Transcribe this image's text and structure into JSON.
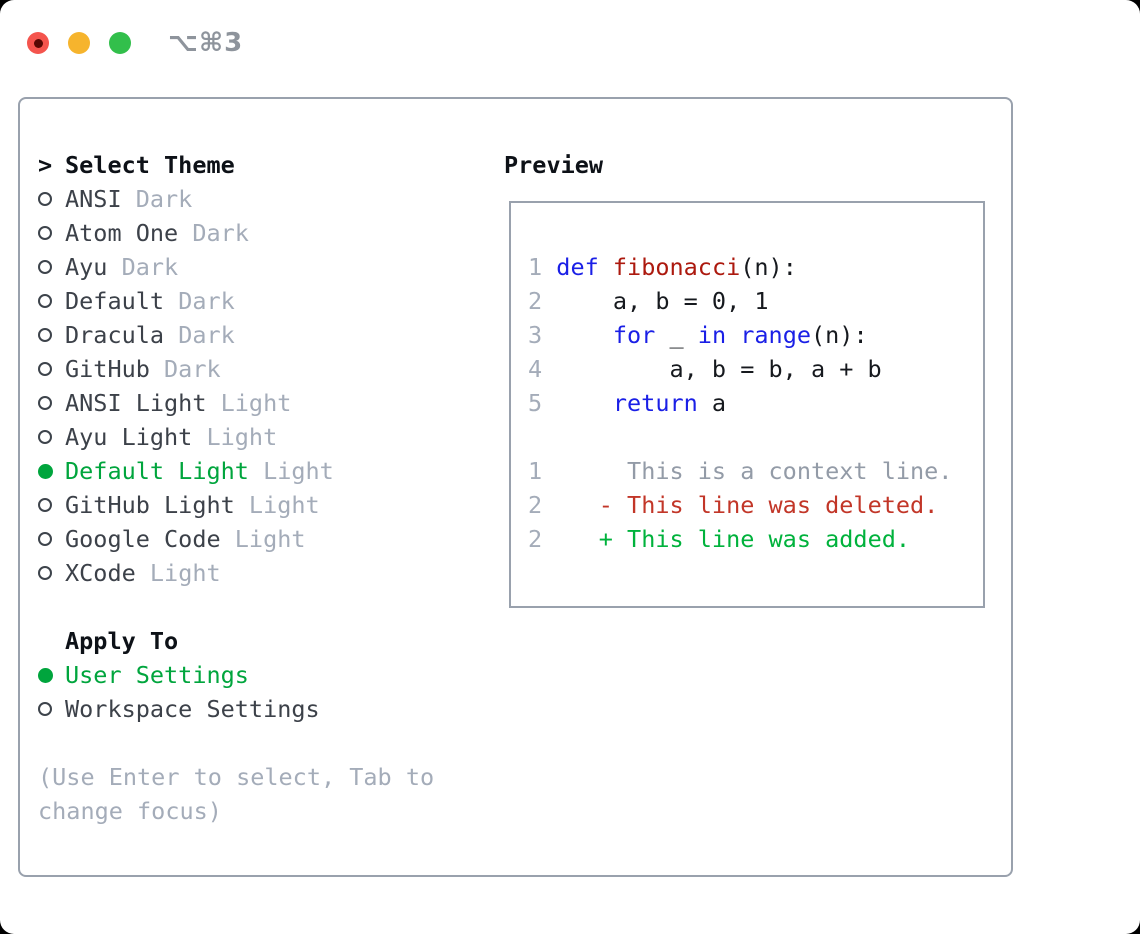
{
  "titlebar": {
    "title": "⌥⌘3",
    "edited_dot": true
  },
  "colors": {
    "accent_green": "#00a53d",
    "keyword_blue": "#1a1fe6",
    "function_red": "#ac190e",
    "diff_delete_red": "#c23628",
    "diff_add_green": "#00b23c",
    "muted_gray": "#a4acb9",
    "context_gray": "#939ba7",
    "text_dark": "#3c4149",
    "code_text": "#16191e",
    "heading_black": "#0d1117",
    "border_gray": "#99a1ad",
    "titlebar_red": "#f4544d",
    "titlebar_yellow": "#f6b42d",
    "titlebar_green": "#32bf4b"
  },
  "theme_selector": {
    "prompt": ">",
    "heading": "Select Theme",
    "items": [
      {
        "name": "ANSI",
        "tag": "Dark",
        "selected": false
      },
      {
        "name": "Atom One",
        "tag": "Dark",
        "selected": false
      },
      {
        "name": "Ayu",
        "tag": "Dark",
        "selected": false
      },
      {
        "name": "Default",
        "tag": "Dark",
        "selected": false
      },
      {
        "name": "Dracula",
        "tag": "Dark",
        "selected": false
      },
      {
        "name": "GitHub",
        "tag": "Dark",
        "selected": false
      },
      {
        "name": "ANSI Light",
        "tag": "Light",
        "selected": false
      },
      {
        "name": "Ayu Light",
        "tag": "Light",
        "selected": false
      },
      {
        "name": "Default Light",
        "tag": "Light",
        "selected": true
      },
      {
        "name": "GitHub Light",
        "tag": "Light",
        "selected": false
      },
      {
        "name": "Google Code",
        "tag": "Light",
        "selected": false
      },
      {
        "name": "XCode",
        "tag": "Light",
        "selected": false
      }
    ]
  },
  "apply_to": {
    "heading": "Apply To",
    "options": [
      {
        "label": "User Settings",
        "selected": true
      },
      {
        "label": "Workspace Settings",
        "selected": false
      }
    ]
  },
  "hint": "(Use Enter to select, Tab to change focus)",
  "preview": {
    "heading": "Preview",
    "lines": [
      [],
      [
        {
          "t": "1 ",
          "c": "num"
        },
        {
          "t": "def",
          "c": "kw"
        },
        {
          "t": " ",
          "c": "plain"
        },
        {
          "t": "fibonacci",
          "c": "fn"
        },
        {
          "t": "(n):",
          "c": "plain"
        }
      ],
      [
        {
          "t": "2 ",
          "c": "num"
        },
        {
          "t": "    a, b = 0, 1",
          "c": "plain"
        }
      ],
      [
        {
          "t": "3 ",
          "c": "num"
        },
        {
          "t": "    ",
          "c": "plain"
        },
        {
          "t": "for",
          "c": "kw"
        },
        {
          "t": " _ ",
          "c": "plain"
        },
        {
          "t": "in",
          "c": "kw"
        },
        {
          "t": " ",
          "c": "plain"
        },
        {
          "t": "range",
          "c": "kw"
        },
        {
          "t": "(n):",
          "c": "plain"
        }
      ],
      [
        {
          "t": "4 ",
          "c": "num"
        },
        {
          "t": "        a, b = b, a + b",
          "c": "plain"
        }
      ],
      [
        {
          "t": "5 ",
          "c": "num"
        },
        {
          "t": "    ",
          "c": "plain"
        },
        {
          "t": "return",
          "c": "kw"
        },
        {
          "t": " a",
          "c": "plain"
        }
      ],
      [],
      [
        {
          "t": "1",
          "c": "num"
        },
        {
          "t": "      This is a context line.",
          "c": "ctx"
        }
      ],
      [
        {
          "t": "2",
          "c": "num"
        },
        {
          "t": "    - This line was deleted.",
          "c": "del"
        }
      ],
      [
        {
          "t": "2",
          "c": "num"
        },
        {
          "t": "    + This line was added.",
          "c": "add"
        }
      ]
    ]
  }
}
